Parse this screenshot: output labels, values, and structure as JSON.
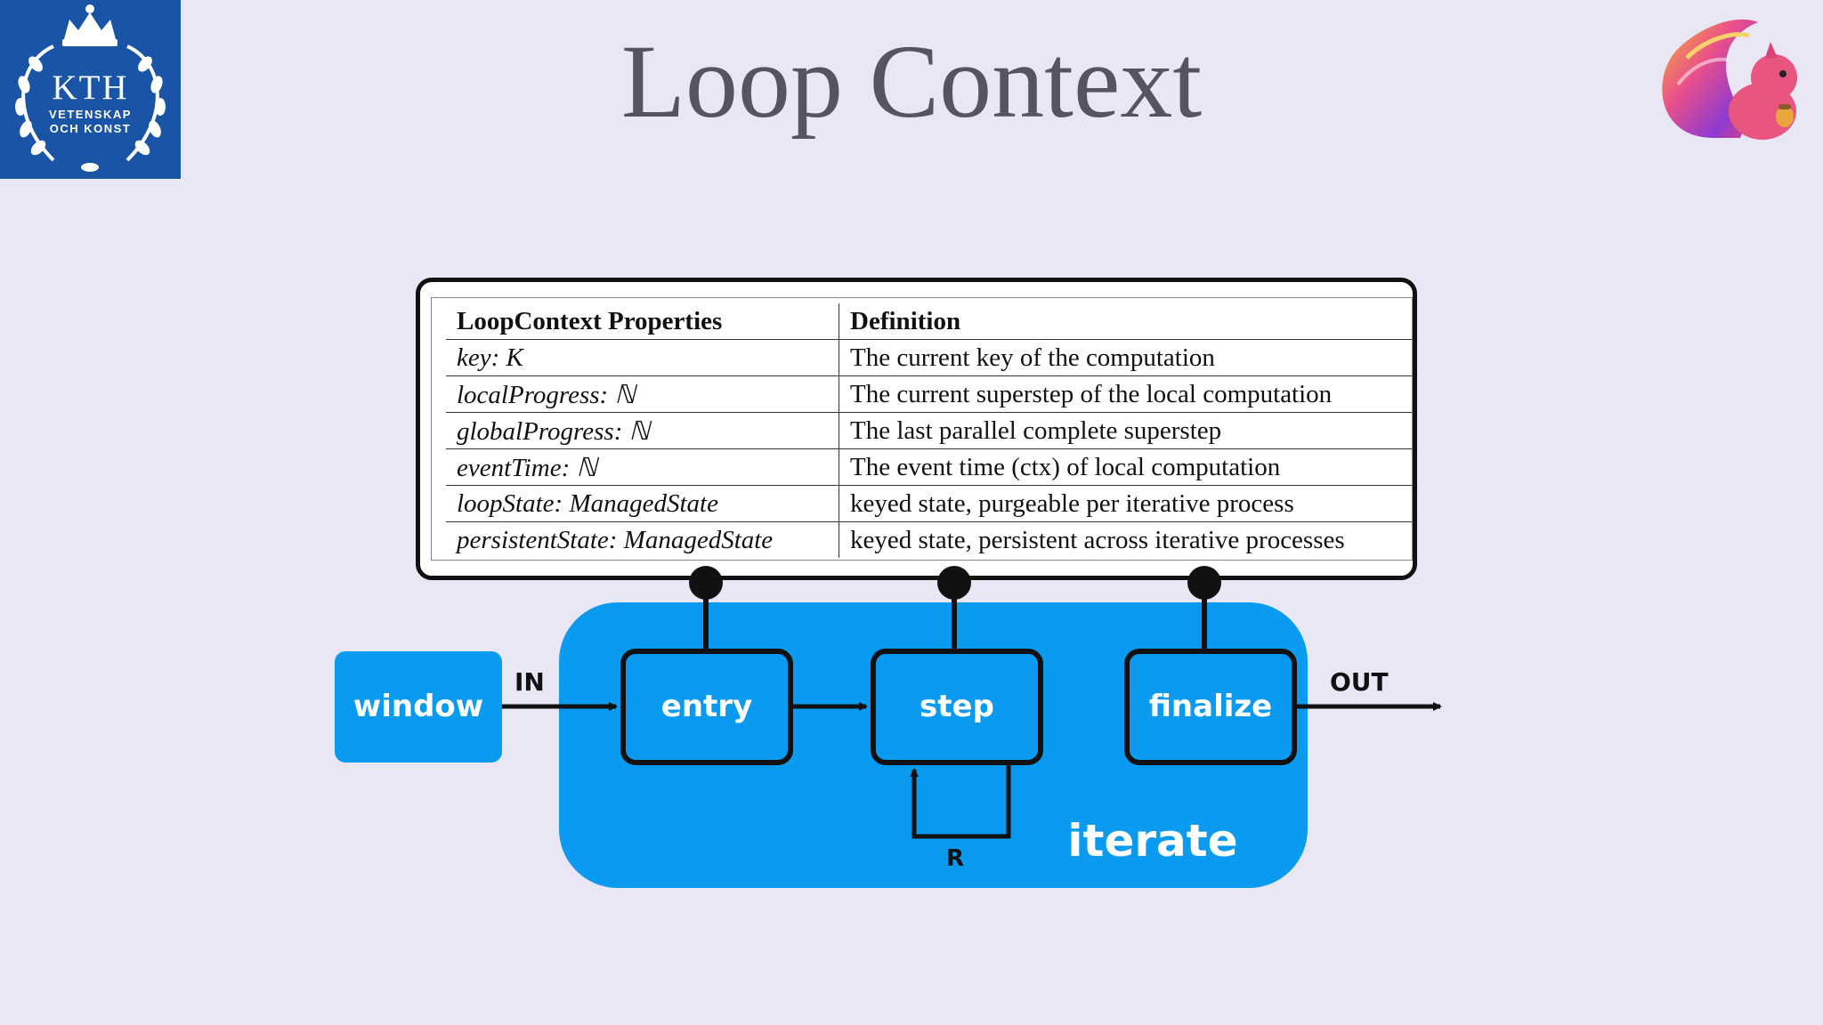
{
  "slide": {
    "title": "Loop Context",
    "logo": {
      "name": "KTH",
      "line1": "VETENSKAP",
      "line2": "OCH KONST",
      "background": "#1954a6"
    },
    "mascot_icon": "squirrel-icon"
  },
  "table": {
    "headers": [
      "LoopContext Properties",
      "Definition"
    ],
    "rows": [
      {
        "property": "key: K",
        "definition": "The current key of the computation"
      },
      {
        "property": "localProgress: ℕ",
        "definition": "The current superstep of the local computation"
      },
      {
        "property": "globalProgress: ℕ",
        "definition": "The last parallel complete superstep"
      },
      {
        "property": "eventTime: ℕ",
        "definition": "The event time (ctx) of local computation"
      },
      {
        "property": "loopState: ManagedState",
        "definition": "keyed state, purgeable per iterative process"
      },
      {
        "property": "persistentState: ManagedState",
        "definition": "keyed state, persistent across iterative processes"
      }
    ]
  },
  "diagram": {
    "nodes": {
      "window": "window",
      "entry": "entry",
      "step": "step",
      "finalize": "finalize"
    },
    "group_label": "iterate",
    "edge_in": "IN",
    "edge_out": "OUT",
    "loop_label": "R",
    "colors": {
      "accent": "#0a9bf0",
      "border": "#111111",
      "background": "#e9e7f5"
    }
  }
}
